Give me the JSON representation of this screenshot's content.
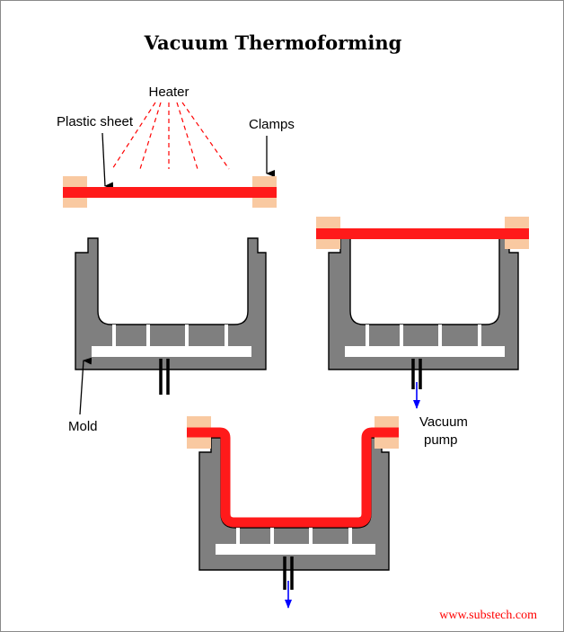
{
  "title": "Vacuum Thermoforming",
  "labels": {
    "heater": "Heater",
    "plastic_sheet": "Plastic sheet",
    "clamps": "Clamps",
    "mold": "Mold",
    "vacuum_line1": "Vacuum",
    "vacuum_line2": "pump"
  },
  "website": "www.substech.com",
  "colors": {
    "sheet": "#ff1a1a",
    "clamp": "#f9c9a1",
    "mold": "#7f7f7f",
    "heat_rays": "#ff0000",
    "vacuum_flow": "#0000ff",
    "website_text": "#ff0000"
  }
}
